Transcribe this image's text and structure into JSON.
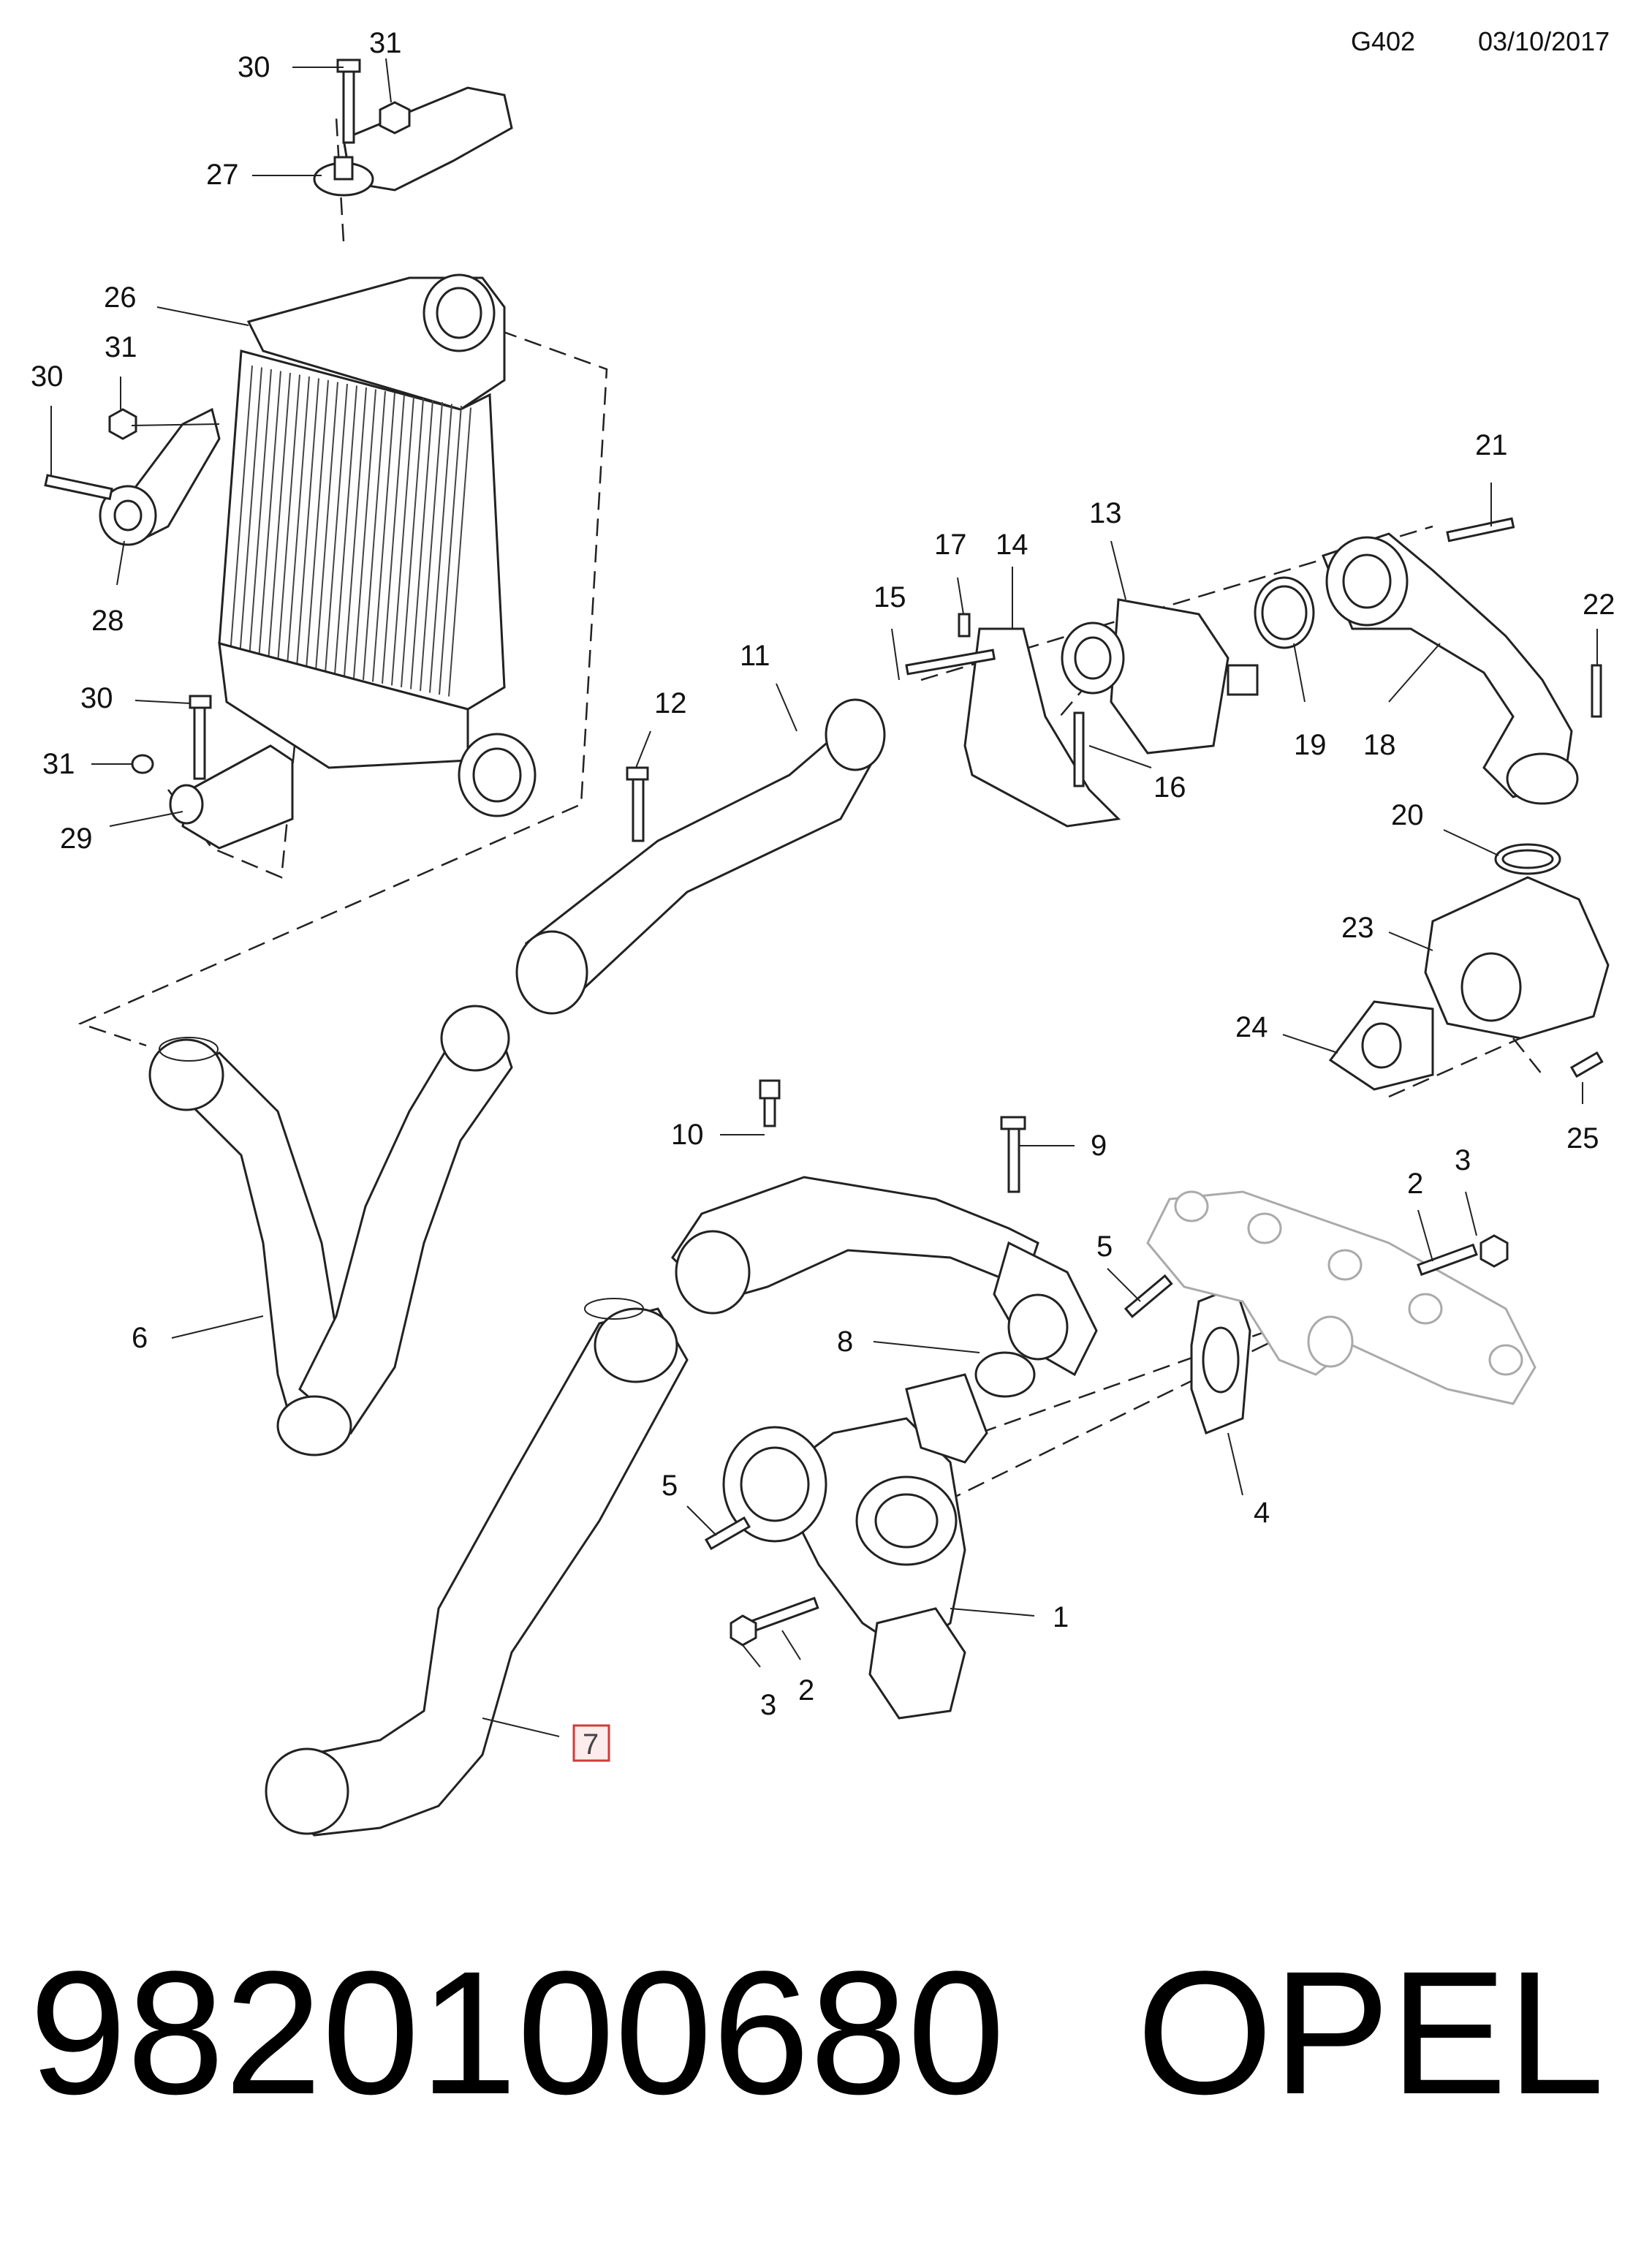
{
  "header": {
    "diagram_code": "G402",
    "date": "03/10/2017"
  },
  "callouts": [
    {
      "id": "c30a",
      "text": "30"
    },
    {
      "id": "c31a",
      "text": "31"
    },
    {
      "id": "c27",
      "text": "27"
    },
    {
      "id": "c26",
      "text": "26"
    },
    {
      "id": "c31b",
      "text": "31"
    },
    {
      "id": "c30b",
      "text": "30"
    },
    {
      "id": "c28",
      "text": "28"
    },
    {
      "id": "c30c",
      "text": "30"
    },
    {
      "id": "c31c",
      "text": "31"
    },
    {
      "id": "c29",
      "text": "29"
    },
    {
      "id": "c11",
      "text": "11"
    },
    {
      "id": "c12",
      "text": "12"
    },
    {
      "id": "c15",
      "text": "15"
    },
    {
      "id": "c17",
      "text": "17"
    },
    {
      "id": "c14",
      "text": "14"
    },
    {
      "id": "c13",
      "text": "13"
    },
    {
      "id": "c16",
      "text": "16"
    },
    {
      "id": "c19",
      "text": "19"
    },
    {
      "id": "c18",
      "text": "18"
    },
    {
      "id": "c21",
      "text": "21"
    },
    {
      "id": "c22",
      "text": "22"
    },
    {
      "id": "c20",
      "text": "20"
    },
    {
      "id": "c23",
      "text": "23"
    },
    {
      "id": "c24",
      "text": "24"
    },
    {
      "id": "c25",
      "text": "25"
    },
    {
      "id": "c6",
      "text": "6"
    },
    {
      "id": "c10",
      "text": "10"
    },
    {
      "id": "c9",
      "text": "9"
    },
    {
      "id": "c5a",
      "text": "5"
    },
    {
      "id": "c8",
      "text": "8"
    },
    {
      "id": "c2a",
      "text": "2"
    },
    {
      "id": "c3a",
      "text": "3"
    },
    {
      "id": "c4",
      "text": "4"
    },
    {
      "id": "c5b",
      "text": "5"
    },
    {
      "id": "c1",
      "text": "1"
    },
    {
      "id": "c3b",
      "text": "3"
    },
    {
      "id": "c2b",
      "text": "2"
    },
    {
      "id": "c7",
      "text": "7"
    }
  ],
  "footer": {
    "part_number": "9820100680",
    "brand": "OPEL"
  },
  "colors": {
    "line": "#222222",
    "highlight_box": "#d23a3a",
    "highlight_fill": "#fdecec"
  },
  "icons": [
    "bolt-icon",
    "nut-icon",
    "clamp-icon"
  ]
}
